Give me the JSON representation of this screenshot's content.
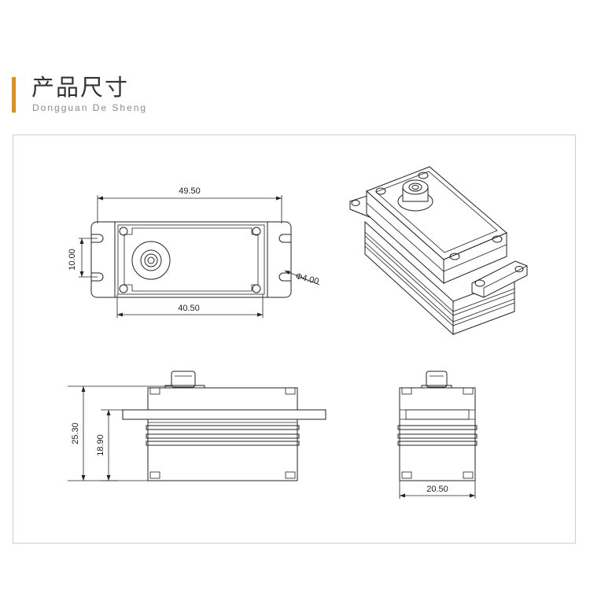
{
  "header": {
    "title": "产品尺寸",
    "subtitle": "Dongguan De Sheng",
    "accent_color": "#f08c00"
  },
  "dimensions": {
    "top_overall_width": "49.50",
    "top_hole_width": "40.50",
    "top_slot_height": "10.00",
    "hole_diameter": "Φ4.00",
    "side_total_height": "25.30",
    "side_flange_height": "18.90",
    "front_width": "20.50"
  }
}
